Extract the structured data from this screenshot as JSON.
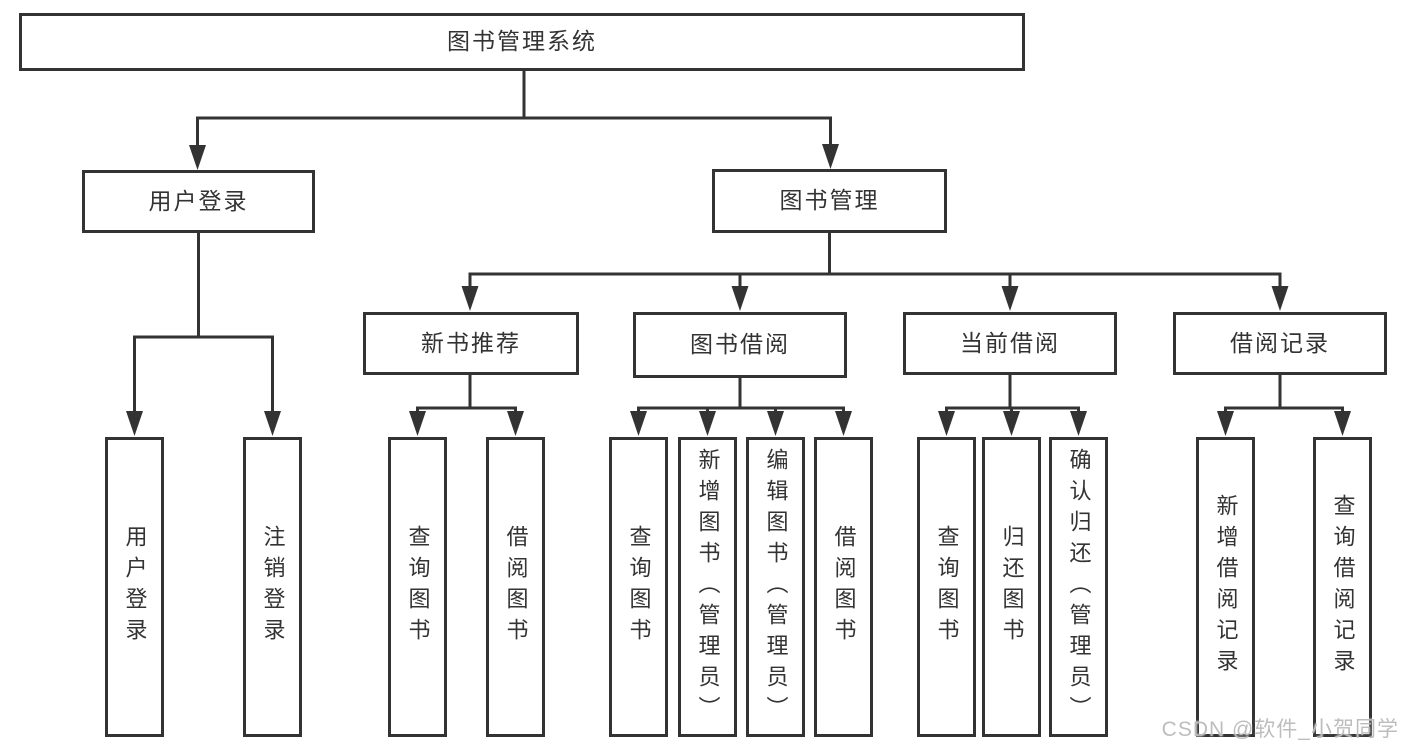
{
  "diagram": {
    "root": {
      "label": "图书管理系统"
    },
    "branches": [
      {
        "label": "用户登录",
        "children": [
          "用户登录",
          "注销登录"
        ]
      },
      {
        "label": "图书管理"
      }
    ],
    "sections": [
      {
        "label": "新书推荐",
        "children": [
          "查询图书",
          "借阅图书"
        ]
      },
      {
        "label": "图书借阅",
        "children": [
          "查询图书",
          "新增图书（管理员）",
          "编辑图书（管理员）",
          "借阅图书"
        ]
      },
      {
        "label": "当前借阅",
        "children": [
          "查询图书",
          "归还图书",
          "确认归还（管理员）"
        ]
      },
      {
        "label": "借阅记录",
        "children": [
          "新增借阅记录",
          "查询借阅记录"
        ]
      }
    ],
    "colors": {
      "line": "#333333",
      "text": "#333333",
      "background": "#ffffff",
      "watermark": "#b9b9b9"
    }
  },
  "watermark": {
    "label": "CSDN @软件_小贺同学"
  }
}
